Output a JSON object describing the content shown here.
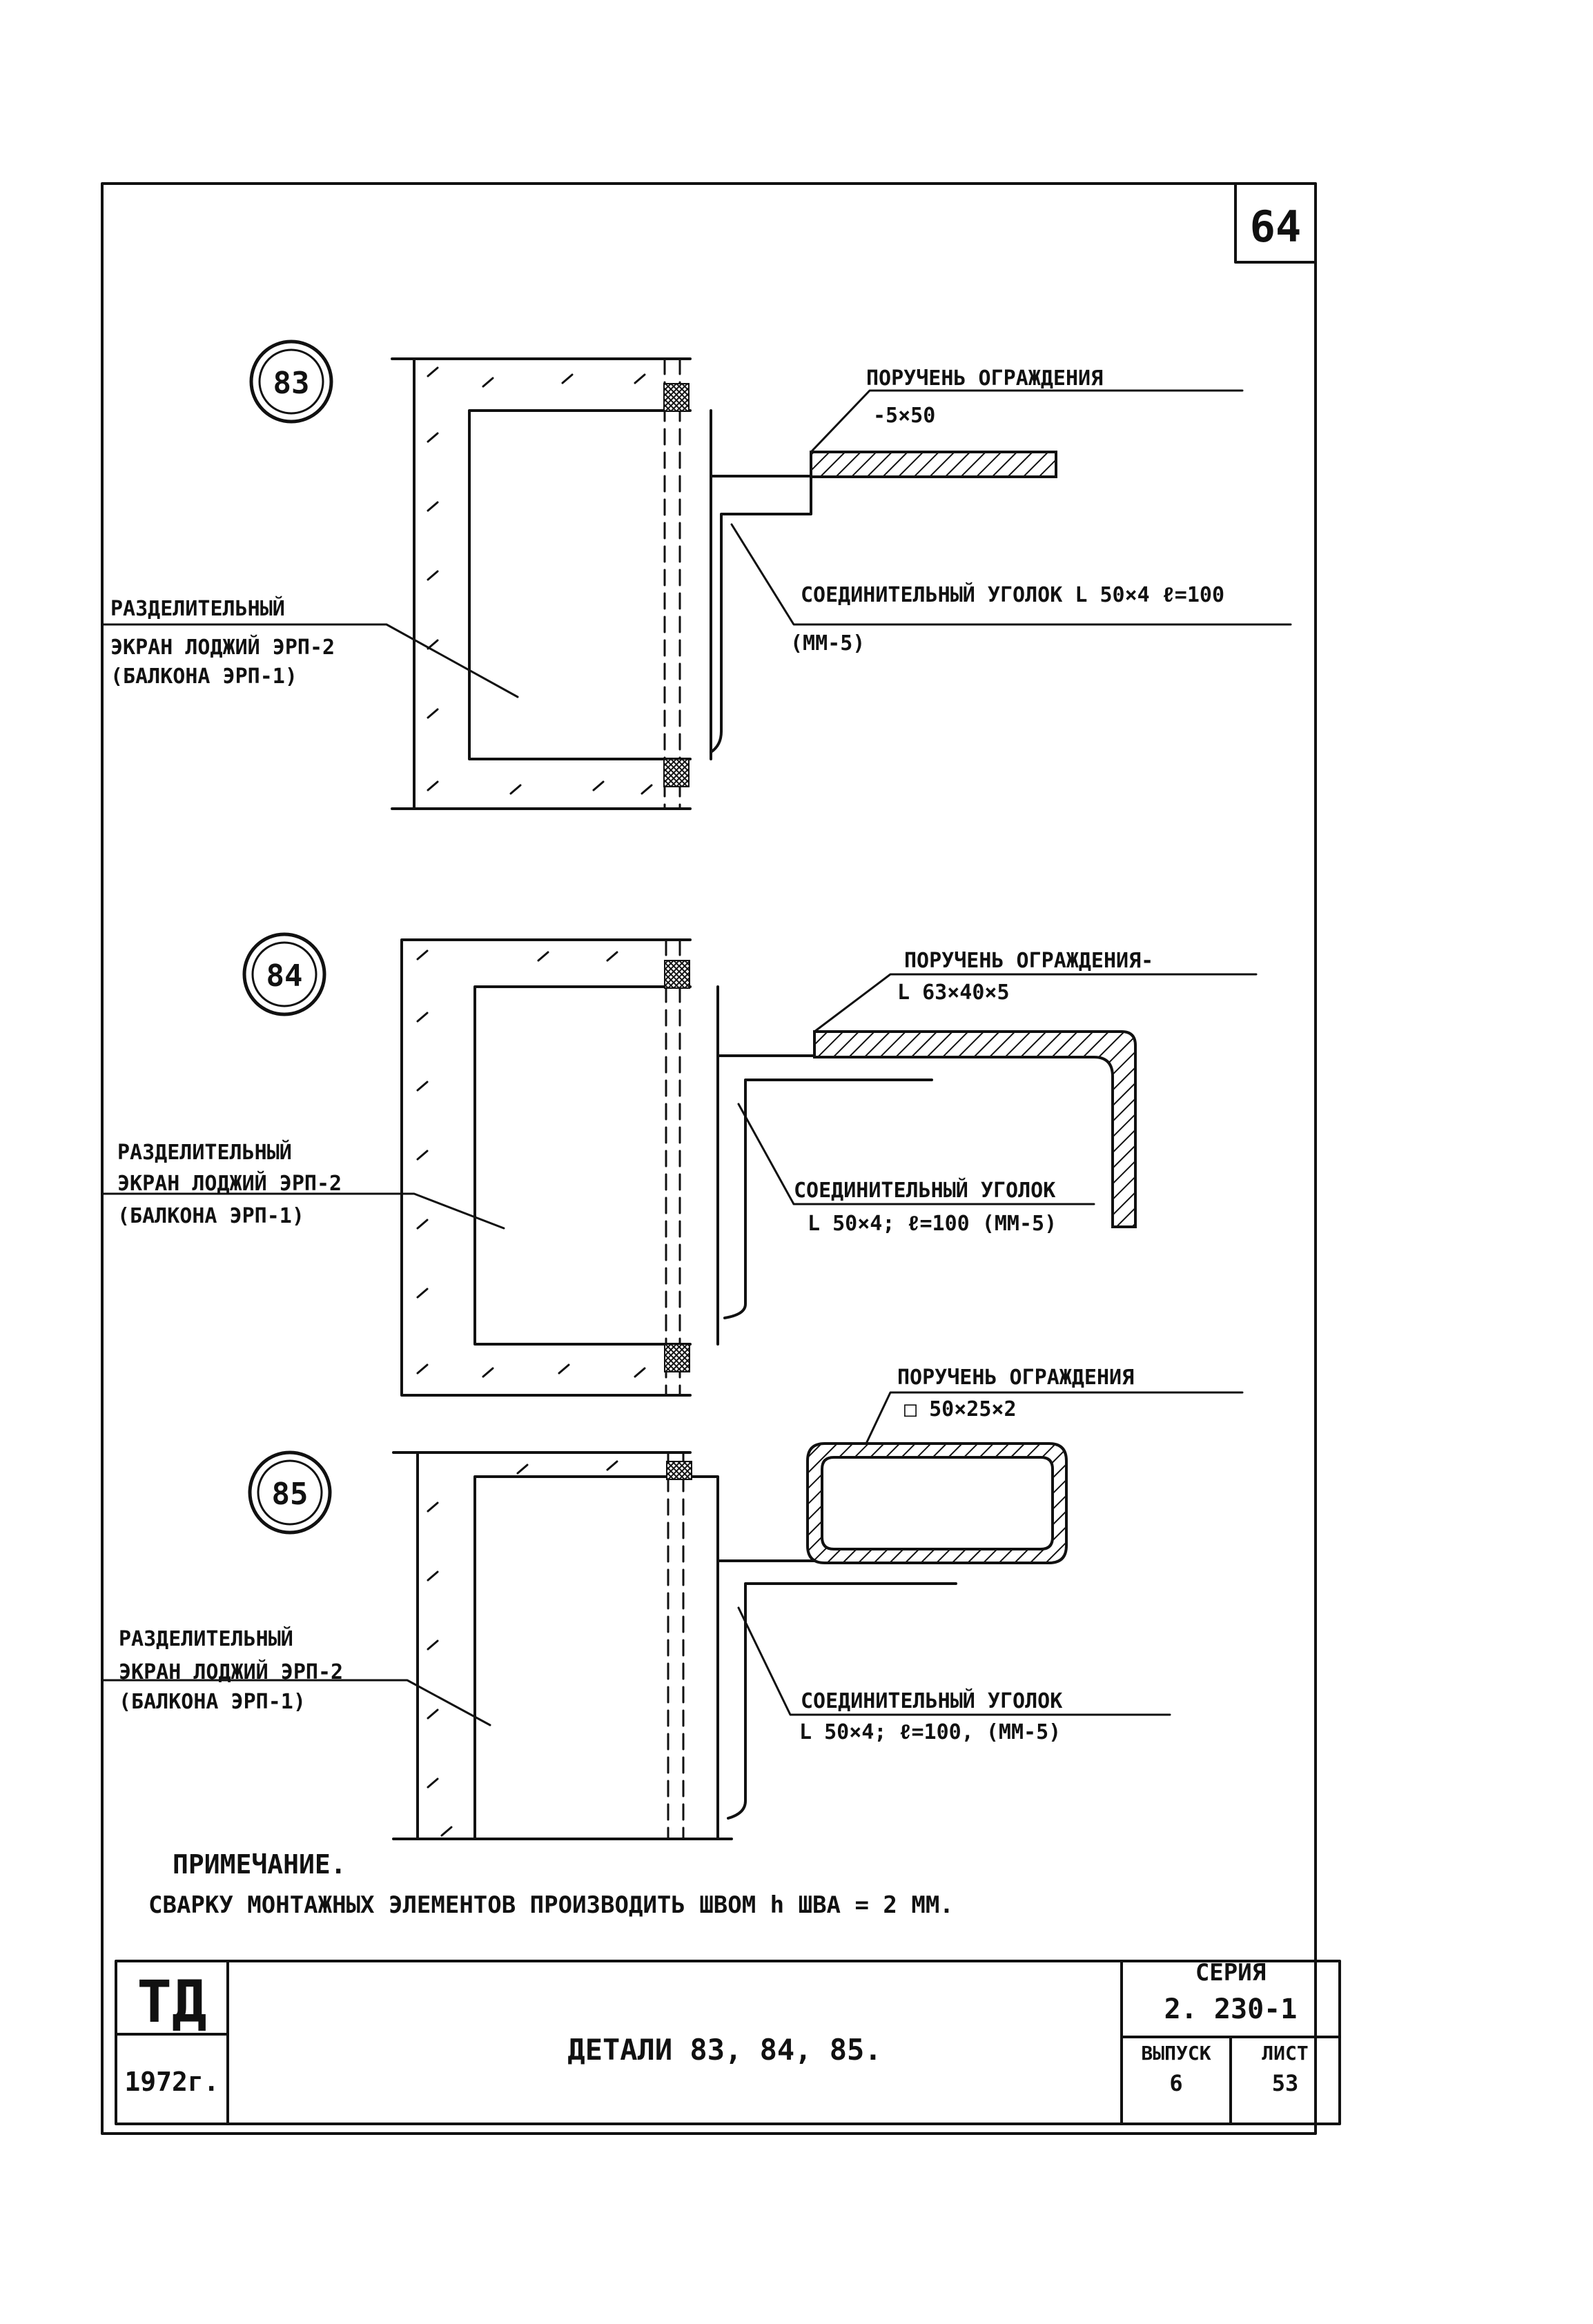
{
  "sheet_number": "64",
  "details": [
    {
      "number": "83",
      "screen_label": [
        "РАЗДЕЛИТЕЛЬНЫЙ",
        "ЭКРАН ЛОДЖИЙ ЭРП-2",
        "(БАЛКОНА ЭРП-1)"
      ],
      "handrail_label": [
        "ПОРУЧЕНЬ ОГРАЖДЕНИЯ",
        "-5×50"
      ],
      "angle_label": [
        "СОЕДИНИТЕЛЬНЫЙ УГОЛОК L 50×4 ℓ=100",
        "(ММ-5)"
      ]
    },
    {
      "number": "84",
      "screen_label": [
        "РАЗДЕЛИТЕЛЬНЫЙ",
        "ЭКРАН ЛОДЖИЙ ЭРП-2",
        "(БАЛКОНА ЭРП-1)"
      ],
      "handrail_label": [
        "ПОРУЧЕНЬ ОГРАЖДЕНИЯ-",
        "L 63×40×5"
      ],
      "angle_label": [
        "СОЕДИНИТЕЛЬНЫЙ УГОЛОК",
        "L 50×4; ℓ=100 (ММ-5)"
      ]
    },
    {
      "number": "85",
      "screen_label": [
        "РАЗДЕЛИТЕЛЬНЫЙ",
        "ЭКРАН ЛОДЖИЙ ЭРП-2",
        "(БАЛКОНА ЭРП-1)"
      ],
      "handrail_label": [
        "ПОРУЧЕНЬ ОГРАЖДЕНИЯ",
        "□ 50×25×2"
      ],
      "angle_label": [
        "СОЕДИНИТЕЛЬНЫЙ УГОЛОК",
        "L 50×4; ℓ=100, (ММ-5)"
      ]
    }
  ],
  "note": {
    "title": "ПРИМЕЧАНИЕ.",
    "text": "СВАРКУ МОНТАЖНЫХ ЭЛЕМЕНТОВ ПРОИЗВОДИТЬ ШВОМ h ШВА = 2 ММ."
  },
  "title_block": {
    "org": "ТД",
    "year": "1972г.",
    "title": "ДЕТАЛИ 83, 84, 85.",
    "series_label": "СЕРИЯ",
    "series_value": "2. 230-1",
    "issue_label": "ВЫПУСК",
    "issue_value": "6",
    "sheet_label": "ЛИСТ",
    "sheet_value": "53"
  }
}
